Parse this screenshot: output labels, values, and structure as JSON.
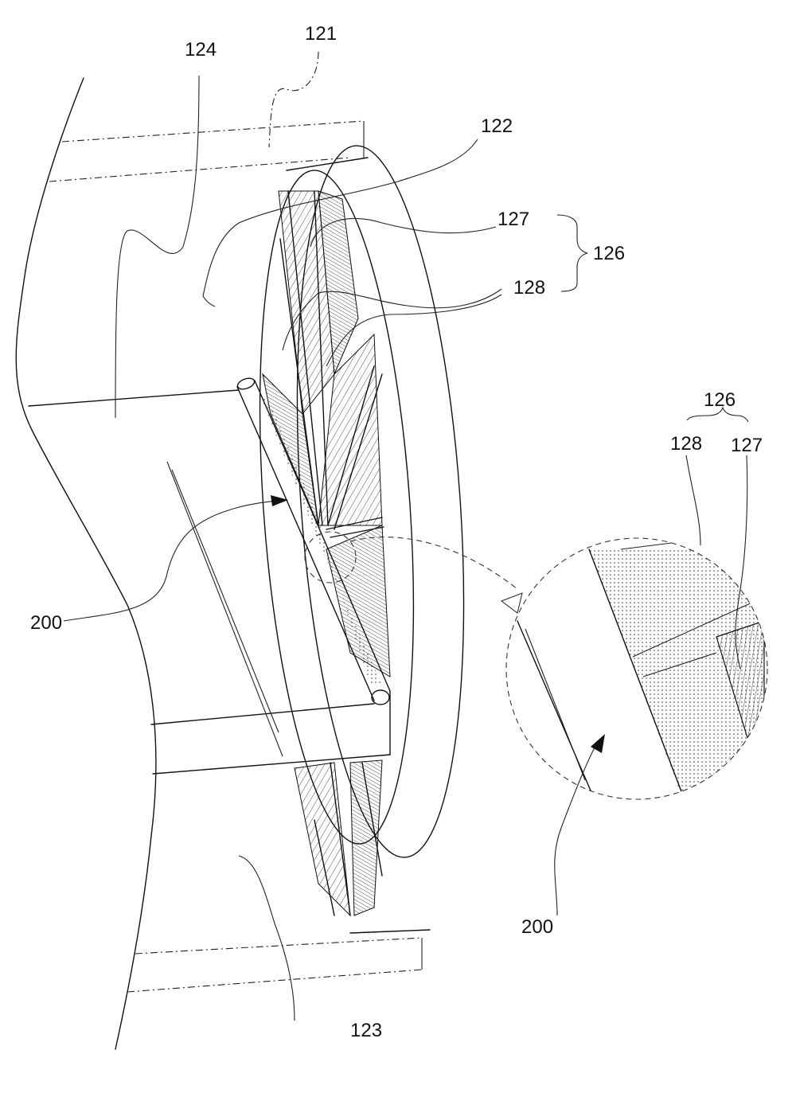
{
  "labels": {
    "l121": "121",
    "l124": "124",
    "l122": "122",
    "l127": "127",
    "l126": "126",
    "l128": "128",
    "l200": "200",
    "l123": "123",
    "d126": "126",
    "d128": "128",
    "d127": "127",
    "d200": "200"
  },
  "colors": {
    "line": "#111111",
    "background": "#ffffff",
    "hatch_dark": "#555555"
  }
}
